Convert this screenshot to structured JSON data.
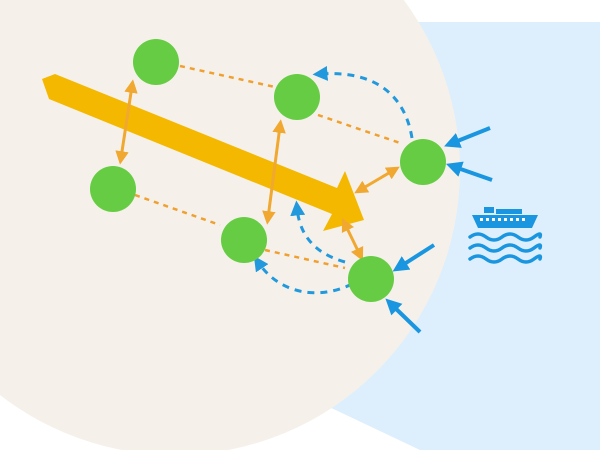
{
  "colors": {
    "land": "#f5f1ea",
    "sea": "#ddeefc",
    "node": "#66cc44",
    "trend_arrow": "#f5b800",
    "link": "#f0a030",
    "flow": "#2299dd",
    "incoming": "#1a96e0"
  },
  "icons": {
    "ship": "ship-icon",
    "waves": "waves-icon"
  },
  "nodes": [
    {
      "id": "node-top-left"
    },
    {
      "id": "node-top-middle"
    },
    {
      "id": "node-left-middle"
    },
    {
      "id": "node-center-bottom"
    },
    {
      "id": "node-right-port"
    },
    {
      "id": "node-bottom-port"
    }
  ]
}
